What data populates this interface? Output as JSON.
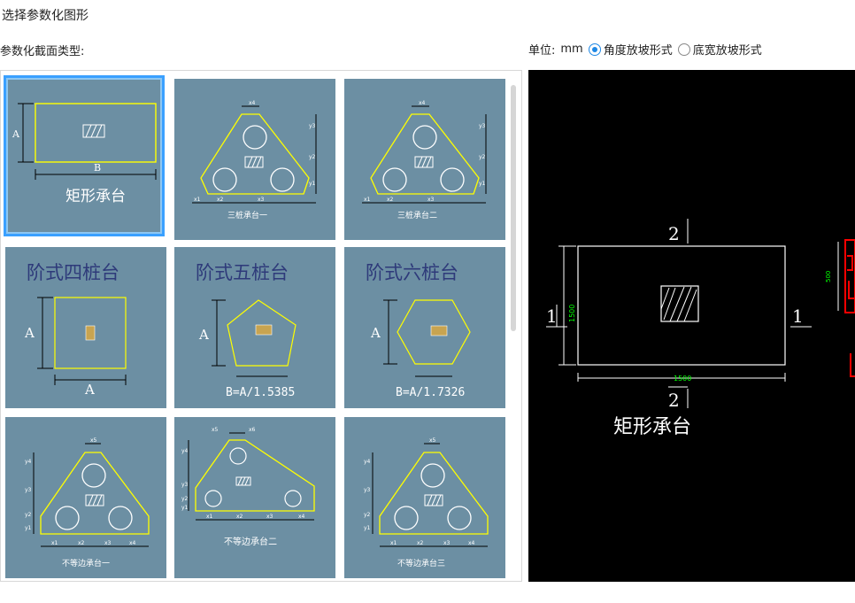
{
  "page": {
    "title": "选择参数化图形",
    "section_label": "参数化截面类型:"
  },
  "units": {
    "label": "单位:",
    "value": "mm",
    "options": [
      {
        "label": "角度放坡形式",
        "checked": true
      },
      {
        "label": "底宽放坡形式",
        "checked": false
      }
    ]
  },
  "gallery": {
    "tiles": [
      {
        "caption": "矩形承台",
        "dim_a": "A",
        "dim_b": "B",
        "selected": true
      },
      {
        "caption": "三桩承台一",
        "labels": [
          "x1",
          "x2",
          "x3",
          "x4",
          "y1",
          "y2",
          "y3"
        ]
      },
      {
        "caption": "三桩承台二",
        "labels": [
          "x1",
          "x2",
          "x3",
          "x4",
          "y1",
          "y2",
          "y3"
        ]
      },
      {
        "caption": "阶式四桩台",
        "dim_a": "A",
        "dim_b": "A"
      },
      {
        "caption": "阶式五桩台",
        "dim_a": "A",
        "formula": "B=A/1.5385"
      },
      {
        "caption": "阶式六桩台",
        "dim_a": "A",
        "formula": "B=A/1.7326"
      },
      {
        "caption": "不等边承台一",
        "labels": [
          "x1",
          "x2",
          "x3",
          "x4",
          "x5",
          "y1",
          "y2",
          "y3",
          "y4"
        ]
      },
      {
        "caption": "不等边承台二",
        "labels": [
          "x1",
          "x2",
          "x3",
          "x4",
          "x5",
          "x6",
          "y1",
          "y2",
          "y3",
          "y4"
        ]
      },
      {
        "caption": "不等边承台三",
        "labels": [
          "x1",
          "x2",
          "x3",
          "x4",
          "x5",
          "y1",
          "y2",
          "y3",
          "y4"
        ]
      }
    ]
  },
  "preview": {
    "caption": "矩形承台",
    "section_marks": [
      "1",
      "1",
      "2",
      "2"
    ],
    "dim_width": "1500",
    "dim_height": "1500",
    "side_dim": "500"
  },
  "colors": {
    "tile_bg": "#6c8fa3",
    "shape_line": "#ffff00",
    "dim_line": "#000000",
    "selection": "#3aa0ff",
    "preview_bg": "#000000",
    "preview_dim": "#00ff00",
    "preview_accent": "#ff0000"
  }
}
